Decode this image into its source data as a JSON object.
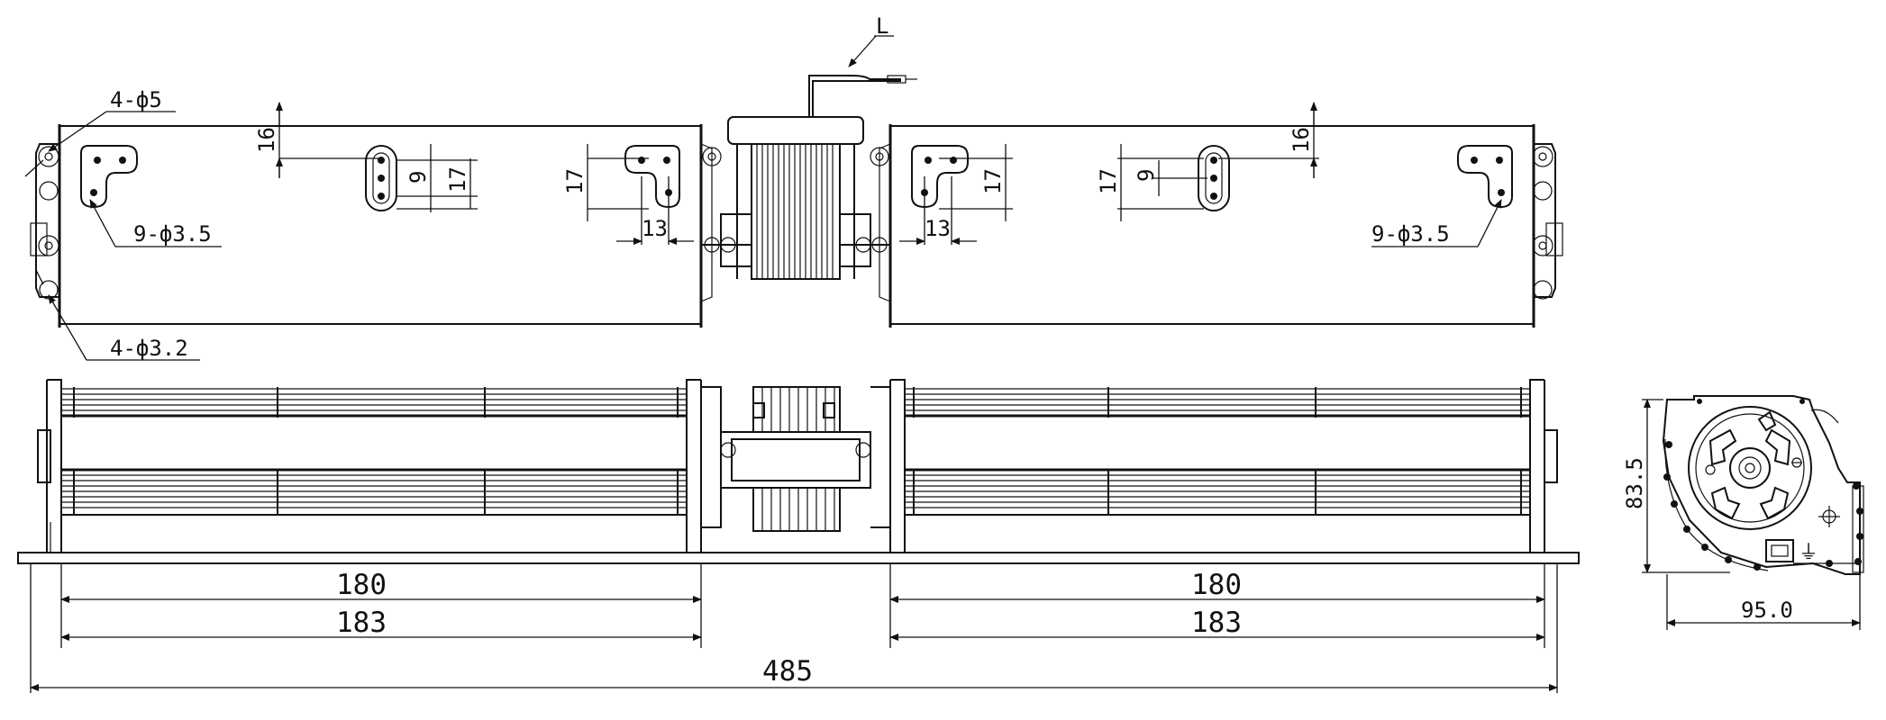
{
  "top_view": {
    "lead_label": "L",
    "hole_label_a": "4-ф5",
    "hole_label_b": "9-ф3.5",
    "hole_label_c": "4-ф3.2",
    "hole_label_d": "9-ф3.5",
    "dim_16": "16",
    "dim_9": "9",
    "dim_17": "17",
    "dim_13": "13"
  },
  "front_view": {
    "dim_180": "180",
    "dim_183": "183",
    "dim_485": "485"
  },
  "side_view": {
    "dim_height": "83.5",
    "dim_width": "95.0",
    "ground_symbol": "⏚"
  }
}
